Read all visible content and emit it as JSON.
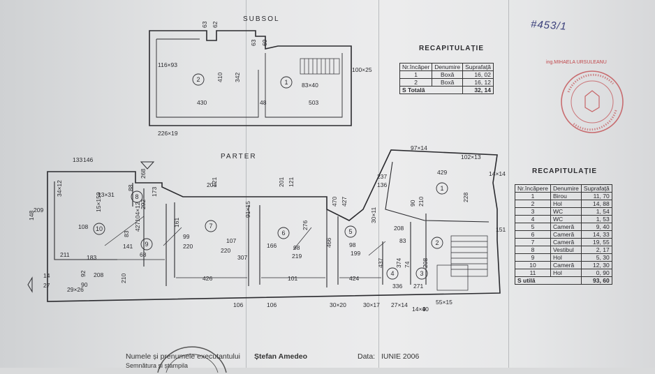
{
  "handwritten_ref": "#453/1",
  "engineer": "ing.MIHAELA URSULEANU",
  "subsol": {
    "title": "SUBSOL",
    "dims": [
      "63",
      "62",
      "63",
      "69",
      "116×93",
      "410",
      "342",
      "100×25",
      "83×40",
      "430",
      "48",
      "503",
      "226×19"
    ],
    "rooms": [
      "2",
      "1"
    ]
  },
  "parter": {
    "title": "PARTER",
    "dims": [
      "133",
      "146",
      "97×14",
      "102×13",
      "209",
      "148",
      "34×12",
      "13×31",
      "15×159",
      "88",
      "268",
      "292",
      "173",
      "201",
      "121",
      "201",
      "121",
      "91×15",
      "237",
      "136",
      "429",
      "14×14",
      "90",
      "210",
      "228",
      "30×11",
      "208",
      "151",
      "108",
      "104×12",
      "427",
      "161",
      "276",
      "470",
      "427",
      "83",
      "141",
      "99",
      "220",
      "107",
      "220",
      "98",
      "219",
      "98",
      "199",
      "83",
      "211",
      "183",
      "68",
      "307",
      "166",
      "466",
      "437",
      "374",
      "74",
      "208",
      "92",
      "208",
      "14",
      "27",
      "90",
      "210",
      "426",
      "101",
      "424",
      "336",
      "271",
      "106",
      "106",
      "30×20",
      "30×17",
      "27×14",
      "55×15",
      "29×26",
      "14×40",
      "9"
    ],
    "rooms": [
      "1",
      "2",
      "3",
      "4",
      "5",
      "6",
      "7",
      "8",
      "9",
      "10"
    ]
  },
  "recap_subsol": {
    "title": "RECAPITULAȚIE",
    "headers": [
      "Nr.încăper",
      "Denumire",
      "Suprafață"
    ],
    "rows": [
      [
        "1",
        "Boxă",
        "16, 02"
      ],
      [
        "2",
        "Boxă",
        "16, 12"
      ]
    ],
    "total_label": "S Totală",
    "total_value": "32, 14"
  },
  "recap_parter": {
    "title": "RECAPITULAȚIE",
    "headers": [
      "Nr.încăpere",
      "Denumire",
      "Suprafață"
    ],
    "rows": [
      [
        "1",
        "Birou",
        "11, 70"
      ],
      [
        "2",
        "Hol",
        "14, 88"
      ],
      [
        "3",
        "WC",
        "1, 54"
      ],
      [
        "4",
        "WC",
        "1, 53"
      ],
      [
        "5",
        "Cameră",
        "9, 40"
      ],
      [
        "6",
        "Cameră",
        "14, 33"
      ],
      [
        "7",
        "Cameră",
        "19, 55"
      ],
      [
        "8",
        "Vestibul",
        "2, 17"
      ],
      [
        "9",
        "Hol",
        "5, 30"
      ],
      [
        "10",
        "Cameră",
        "12, 30"
      ],
      [
        "11",
        "Hol",
        "0, 90"
      ]
    ],
    "total_label": "S utilă",
    "total_value": "93, 60"
  },
  "footer": {
    "executant_label": "Numele și prenumele executantului",
    "executant_name": "Ștefan Amedeo",
    "date_label": "Data:",
    "date_value": "IUNIE 2006",
    "sign_label": "Semnătura și ștampila"
  },
  "colors": {
    "ink": "#2a2a2e",
    "stamp_red": "#c0464a",
    "pen_blue": "#3a3f7a"
  }
}
